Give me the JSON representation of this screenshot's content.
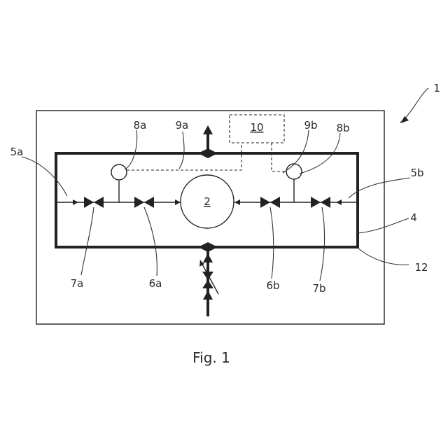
{
  "figure": {
    "caption": "Fig. 1",
    "labels": {
      "system": "1",
      "chamber": "2",
      "enclosure": "4",
      "line_left": "5a",
      "line_right": "5b",
      "valve_6a": "6a",
      "valve_6b": "6b",
      "valve_7a": "7a",
      "valve_7b": "7b",
      "sensor_left": "8a",
      "sensor_right": "8b",
      "signal_left": "9a",
      "signal_right": "9b",
      "controller": "10",
      "frame": "12"
    }
  }
}
